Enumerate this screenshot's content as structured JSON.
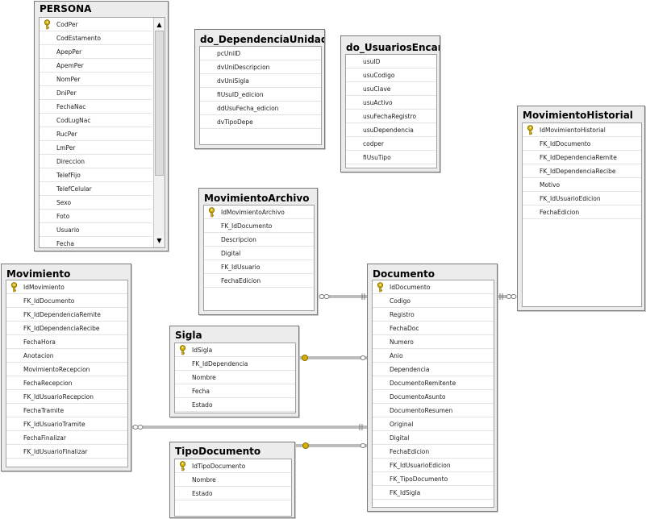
{
  "tables": [
    {
      "id": "persona",
      "title": "PERSONA",
      "columns": [
        {
          "name": "CodPer",
          "pk": true
        },
        {
          "name": "CodEstamento"
        },
        {
          "name": "ApepPer"
        },
        {
          "name": "ApemPer"
        },
        {
          "name": "NomPer"
        },
        {
          "name": "DniPer"
        },
        {
          "name": "FechaNac"
        },
        {
          "name": "CodLugNac"
        },
        {
          "name": "RucPer"
        },
        {
          "name": "LmPer"
        },
        {
          "name": "Direccion"
        },
        {
          "name": "TelefFijo"
        },
        {
          "name": "TelefCelular"
        },
        {
          "name": "Sexo"
        },
        {
          "name": "Foto"
        },
        {
          "name": "Usuario"
        },
        {
          "name": "Fecha"
        }
      ],
      "scrollbar": {
        "up": "▲",
        "down": "▼"
      }
    },
    {
      "id": "dependencia",
      "title": "do_DependenciaUnidad",
      "columns": [
        {
          "name": "pcUniID"
        },
        {
          "name": "dvUniDescripcion"
        },
        {
          "name": "dvUniSigla"
        },
        {
          "name": "fiUsuID_edicion"
        },
        {
          "name": "ddUsuFecha_edicion"
        },
        {
          "name": "dvTipoDepe"
        }
      ]
    },
    {
      "id": "usuarios",
      "title": "do_UsuariosEncargados",
      "columns": [
        {
          "name": "usuID"
        },
        {
          "name": "usuCodigo"
        },
        {
          "name": "usuClave"
        },
        {
          "name": "usuActivo"
        },
        {
          "name": "usuFechaRegistro"
        },
        {
          "name": "usuDependencia"
        },
        {
          "name": "codper"
        },
        {
          "name": "fiUsuTipo"
        }
      ]
    },
    {
      "id": "movhist",
      "title": "MovimientoHistorial",
      "columns": [
        {
          "name": "IdMovimientoHistorial",
          "pk": true
        },
        {
          "name": "FK_IdDocumento"
        },
        {
          "name": "FK_IdDependenciaRemite"
        },
        {
          "name": "FK_IdDependenciaRecibe"
        },
        {
          "name": "Motivo"
        },
        {
          "name": "FK_IdUsuarioEdicion"
        },
        {
          "name": "FechaEdicion"
        }
      ]
    },
    {
      "id": "movarch",
      "title": "MovimientoArchivo",
      "columns": [
        {
          "name": "IdMovimientoArchivo",
          "pk": true
        },
        {
          "name": "FK_IdDocumento"
        },
        {
          "name": "Descripcion"
        },
        {
          "name": "Digital"
        },
        {
          "name": "FK_IdUsuario"
        },
        {
          "name": "FechaEdicion"
        }
      ]
    },
    {
      "id": "movimiento",
      "title": "Movimiento",
      "columns": [
        {
          "name": "IdMovimiento",
          "pk": true
        },
        {
          "name": "FK_IdDocumento"
        },
        {
          "name": "FK_IdDependenciaRemite"
        },
        {
          "name": "FK_IdDependenciaRecibe"
        },
        {
          "name": "FechaHora"
        },
        {
          "name": "Anotacion"
        },
        {
          "name": "MovimientoRecepcion"
        },
        {
          "name": "FechaRecepcion"
        },
        {
          "name": "FK_IdUsuarioRecepcion"
        },
        {
          "name": "FechaTramite"
        },
        {
          "name": "FK_IdUsuarioTramite"
        },
        {
          "name": "FechaFinalizar"
        },
        {
          "name": "FK_IdUsuarioFinalizar"
        }
      ]
    },
    {
      "id": "documento",
      "title": "Documento",
      "columns": [
        {
          "name": "IdDocumento",
          "pk": true
        },
        {
          "name": "Codigo"
        },
        {
          "name": "Registro"
        },
        {
          "name": "FechaDoc"
        },
        {
          "name": "Numero"
        },
        {
          "name": "Anio"
        },
        {
          "name": "Dependencia"
        },
        {
          "name": "DocumentoRemitente"
        },
        {
          "name": "DocumentoAsunto"
        },
        {
          "name": "DocumentoResumen"
        },
        {
          "name": "Original"
        },
        {
          "name": "Digital"
        },
        {
          "name": "FechaEdicion"
        },
        {
          "name": "FK_IdUsuarioEdicion"
        },
        {
          "name": "FK_TipoDocumento"
        },
        {
          "name": "FK_IdSigla"
        }
      ]
    },
    {
      "id": "sigla",
      "title": "Sigla",
      "columns": [
        {
          "name": "IdSigla",
          "pk": true
        },
        {
          "name": "FK_IdDependencia"
        },
        {
          "name": "Nombre"
        },
        {
          "name": "Fecha"
        },
        {
          "name": "Estado"
        }
      ]
    },
    {
      "id": "tipodoc",
      "title": "TipoDocumento",
      "columns": [
        {
          "name": "IdTipoDocumento",
          "pk": true
        },
        {
          "name": "Nombre"
        },
        {
          "name": "Estado"
        }
      ]
    }
  ],
  "relationships": [
    {
      "from": "movarch",
      "to": "documento",
      "one_end": "documento",
      "many_end": "movarch"
    },
    {
      "from": "movhist",
      "to": "documento",
      "one_end": "documento",
      "many_end": "movhist"
    },
    {
      "from": "sigla",
      "to": "documento",
      "one_end": "sigla",
      "many_end": "documento"
    },
    {
      "from": "movimiento",
      "to": "documento",
      "one_end": "documento",
      "many_end": "movimiento"
    },
    {
      "from": "tipodoc",
      "to": "documento",
      "one_end": "tipodoc",
      "many_end": "documento"
    }
  ],
  "colors": {
    "key": "#d4b000",
    "line": "#7a7a7a",
    "header": "#ececec",
    "border": "#7a7a7a"
  }
}
